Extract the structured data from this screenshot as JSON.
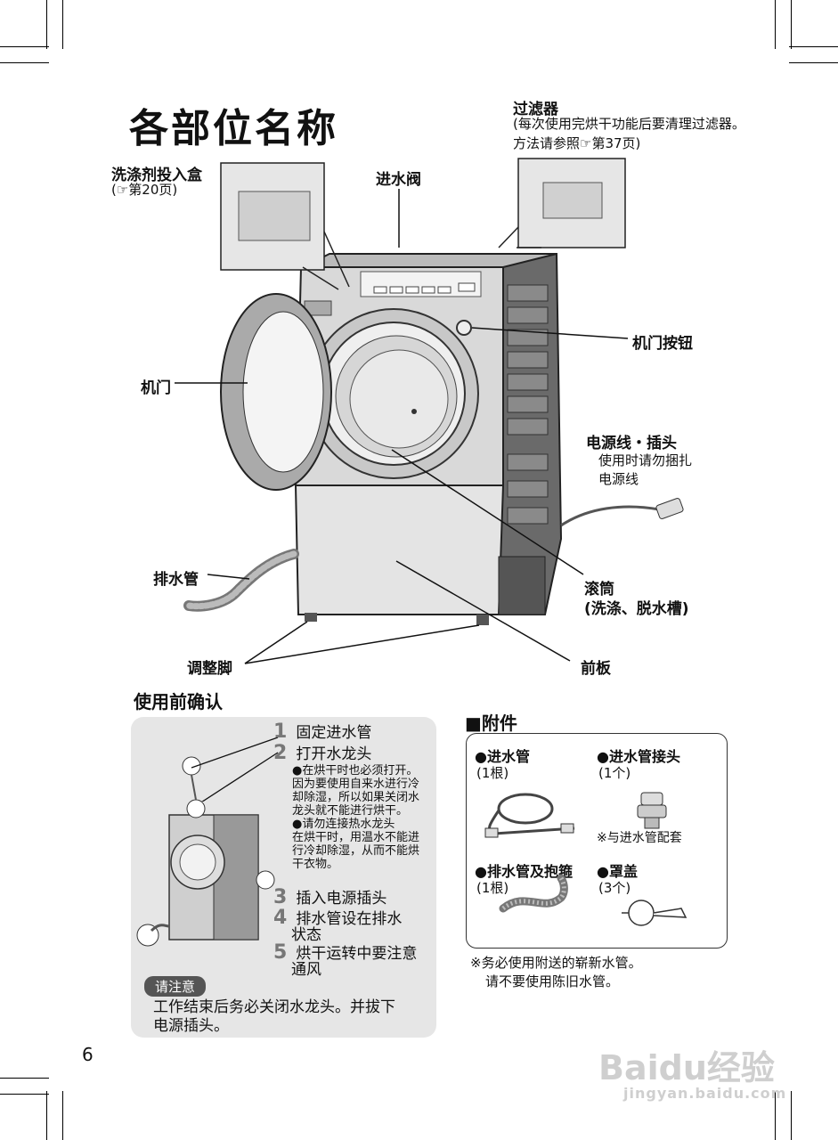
{
  "page_title": "各部位名称",
  "labels": {
    "detergent_box": "洗涤剂投入盒",
    "detergent_box_ref": "(☞第20页)",
    "inlet_valve": "进水阀",
    "filter": "过滤器",
    "filter_note_1": "(每次使用完烘干功能后要清理过滤器。",
    "filter_note_2": "方法请参照☞第37页)",
    "door_button": "机门按钮",
    "door": "机门",
    "power_cord": "电源线・插头",
    "power_cord_note_1": "使用时请勿捆扎",
    "power_cord_note_2": "电源线",
    "drain_hose": "排水管",
    "drum": "滚筒",
    "drum_note": "(洗涤、脱水槽)",
    "adjust_feet": "调整脚",
    "front_panel": "前板"
  },
  "check_section": {
    "heading": "使用前确认",
    "steps": [
      {
        "num": "1",
        "text": "固定进水管"
      },
      {
        "num": "2",
        "text": "打开水龙头"
      }
    ],
    "notes": [
      "●在烘干时也必须打开。",
      "因为要使用自来水进行冷",
      "却除湿，所以如果关闭水",
      "龙头就不能进行烘干。",
      "●请勿连接热水龙头",
      "在烘干时，用温水不能进",
      "行冷却除湿，从而不能烘",
      "干衣物。"
    ],
    "steps_b": [
      {
        "num": "3",
        "text": "插入电源插头",
        "text2": ""
      },
      {
        "num": "4",
        "text": "排水管设在排水",
        "text2": "状态"
      },
      {
        "num": "5",
        "text": "烘干运转中要注意",
        "text2": "通风"
      }
    ],
    "caution_badge": "请注意",
    "caution_text_1": "工作结束后务必关闭水龙头。并拔下",
    "caution_text_2": "电源插头。"
  },
  "accessories": {
    "heading": "■附件",
    "items": [
      {
        "name": "●进水管",
        "qty": "(1根)"
      },
      {
        "name": "●进水管接头",
        "qty": "(1个)",
        "note": "※与进水管配套"
      },
      {
        "name": "●排水管及抱箍",
        "qty": "(1根)"
      },
      {
        "name": "●罩盖",
        "qty": "(3个)"
      }
    ],
    "footnote_1": "※务必使用附送的崭新水管。",
    "footnote_2": "请不要使用陈旧水管。"
  },
  "page_number": "6",
  "watermark": {
    "brand": "Baidu经验",
    "url": "jingyan.baidu.com"
  }
}
